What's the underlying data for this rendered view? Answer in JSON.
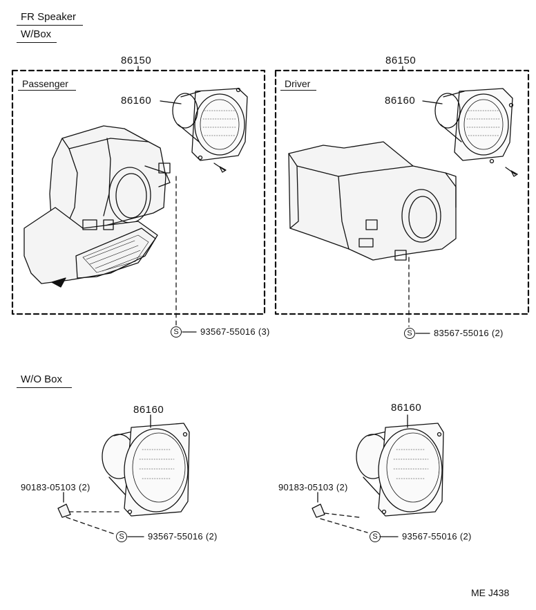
{
  "headings": {
    "title": "FR Speaker",
    "with_box": "W/Box",
    "without_box": "W/O Box"
  },
  "with_box": {
    "passenger": {
      "label": "Passenger",
      "assembly_part": "86150",
      "speaker_part": "86160",
      "screw_symbol": "S",
      "screw_ref": "93567-55016 (3)"
    },
    "driver": {
      "label": "Driver",
      "assembly_part": "86150",
      "speaker_part": "86160",
      "screw_symbol": "S",
      "screw_ref": "83567-55016 (2)"
    }
  },
  "without_box": {
    "left": {
      "speaker_part": "86160",
      "nut_ref": "90183-05103 (2)",
      "screw_symbol": "S",
      "screw_ref": "93567-55016 (2)"
    },
    "right": {
      "speaker_part": "86160",
      "nut_ref": "90183-05103 (2)",
      "screw_symbol": "S",
      "screw_ref": "93567-55016 (2)"
    }
  },
  "footer": {
    "code": "ME J438"
  }
}
